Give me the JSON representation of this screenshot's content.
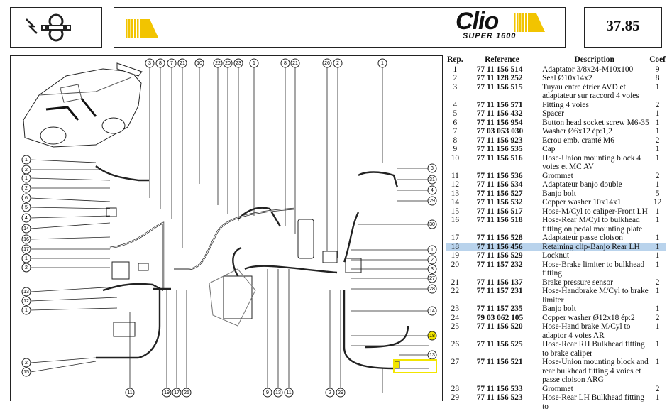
{
  "header": {
    "brand_name": "Clio",
    "brand_subtitle": "SUPER 1600",
    "page_number": "37.85",
    "brand_accent": "#f2c400",
    "logo_icon": "brake-circuit-icon"
  },
  "diagram": {
    "callouts": [
      "3",
      "8",
      "7",
      "21",
      "10",
      "22",
      "20",
      "23",
      "1",
      "8",
      "21",
      "26",
      "2",
      "1",
      "1",
      "2",
      "1",
      "2",
      "6",
      "5",
      "4",
      "14",
      "16",
      "17",
      "1",
      "2",
      "3",
      "31",
      "4",
      "29",
      "30",
      "1",
      "2",
      "3",
      "27",
      "28",
      "14",
      "18",
      "13",
      "13",
      "12",
      "1",
      "2",
      "15",
      "11",
      "19",
      "17",
      "25",
      "9",
      "13",
      "11",
      "2",
      "29"
    ]
  },
  "table": {
    "headers": {
      "rep": "Rep.",
      "ref": "Reference",
      "desc": "Description",
      "coef": "Coef"
    },
    "rows": [
      {
        "rep": "1",
        "ref": "77 11 156 514",
        "desc": "Adaptator 3/8x24-M10x100",
        "coef": "9"
      },
      {
        "rep": "2",
        "ref": "77 11 128 252",
        "desc": "Seal Ø10x14x2",
        "coef": "8"
      },
      {
        "rep": "3",
        "ref": "77 11 156 515",
        "desc": "Tuyau entre étrier AVD et adaptateur sur raccord 4 voies",
        "coef": "1"
      },
      {
        "rep": "4",
        "ref": "77 11 156 571",
        "desc": "Fitting 4 voies",
        "coef": "2"
      },
      {
        "rep": "5",
        "ref": "77 11 156 432",
        "desc": "Spacer",
        "coef": "1"
      },
      {
        "rep": "6",
        "ref": "77 11 156 954",
        "desc": "Button head socket screw M6-35",
        "coef": "1"
      },
      {
        "rep": "7",
        "ref": "77 03 053 030",
        "desc": "Washer Ø6x12 ép:1,2",
        "coef": "1"
      },
      {
        "rep": "8",
        "ref": "77 11 156 923",
        "desc": "Ecrou emb. cranté M6",
        "coef": "2"
      },
      {
        "rep": "9",
        "ref": "77 11 156 535",
        "desc": "Cap",
        "coef": "1"
      },
      {
        "rep": "10",
        "ref": "77 11 156 516",
        "desc": "Hose-Union mounting block 4 voies et MC AV",
        "coef": "1"
      },
      {
        "rep": "11",
        "ref": "77 11 156 536",
        "desc": "Grommet",
        "coef": "2"
      },
      {
        "rep": "12",
        "ref": "77 11 156 534",
        "desc": "Adaptateur banjo double",
        "coef": "1"
      },
      {
        "rep": "13",
        "ref": "77 11 156 527",
        "desc": "Banjo bolt",
        "coef": "5"
      },
      {
        "rep": "14",
        "ref": "77 11 156 532",
        "desc": "Copper washer 10x14x1",
        "coef": "12"
      },
      {
        "rep": "15",
        "ref": "77 11 156 517",
        "desc": "Hose-M/Cyl to caliper-Front LH",
        "coef": "1"
      },
      {
        "rep": "16",
        "ref": "77 11 156 518",
        "desc": "Hose-Rear M/Cyl to bulkhead fitting on pedal mounting plate",
        "coef": "1"
      },
      {
        "rep": "17",
        "ref": "77 11 156 528",
        "desc": "Adaptateur passe cloison",
        "coef": "1"
      },
      {
        "rep": "18",
        "ref": "77 11 156 456",
        "desc": "Retaining clip-Banjo Rear LH",
        "coef": "1",
        "selected": true
      },
      {
        "rep": "19",
        "ref": "77 11 156 529",
        "desc": "Locknut",
        "coef": "1"
      },
      {
        "rep": "20",
        "ref": "77 11 157 232",
        "desc": "Hose-Brake limiter to bulkhead fitting",
        "coef": "1"
      },
      {
        "rep": "21",
        "ref": "77 11 156 137",
        "desc": "Brake pressure sensor",
        "coef": "2"
      },
      {
        "rep": "22",
        "ref": "77 11 157 231",
        "desc": "Hose-Handbrake M/Cyl to brake limiter",
        "coef": "1"
      },
      {
        "rep": "23",
        "ref": "77 11 157 235",
        "desc": "Banjo bolt",
        "coef": "1"
      },
      {
        "rep": "24",
        "ref": "79 03 062 105",
        "desc": "Copper washer Ø12x18 ép:2",
        "coef": "2"
      },
      {
        "rep": "25",
        "ref": "77 11 156 520",
        "desc": "Hose-Hand brake M/Cyl to adaptor 4 voies AR",
        "coef": "1"
      },
      {
        "rep": "26",
        "ref": "77 11 156 525",
        "desc": "Hose-Rear RH Bulkhead fitting to brake caliper",
        "coef": "1"
      },
      {
        "rep": "27",
        "ref": "77 11 156 521",
        "desc": "Hose-Union mounting block and rear bulkhead fitting 4 voies et passe cloison ARG",
        "coef": "1"
      },
      {
        "rep": "28",
        "ref": "77 11 156 533",
        "desc": "Grommet",
        "coef": "2"
      },
      {
        "rep": "29",
        "ref": "77 11 156 523",
        "desc": "Hose-Rear LH Bulkhead fitting to",
        "coef": "1"
      }
    ]
  }
}
